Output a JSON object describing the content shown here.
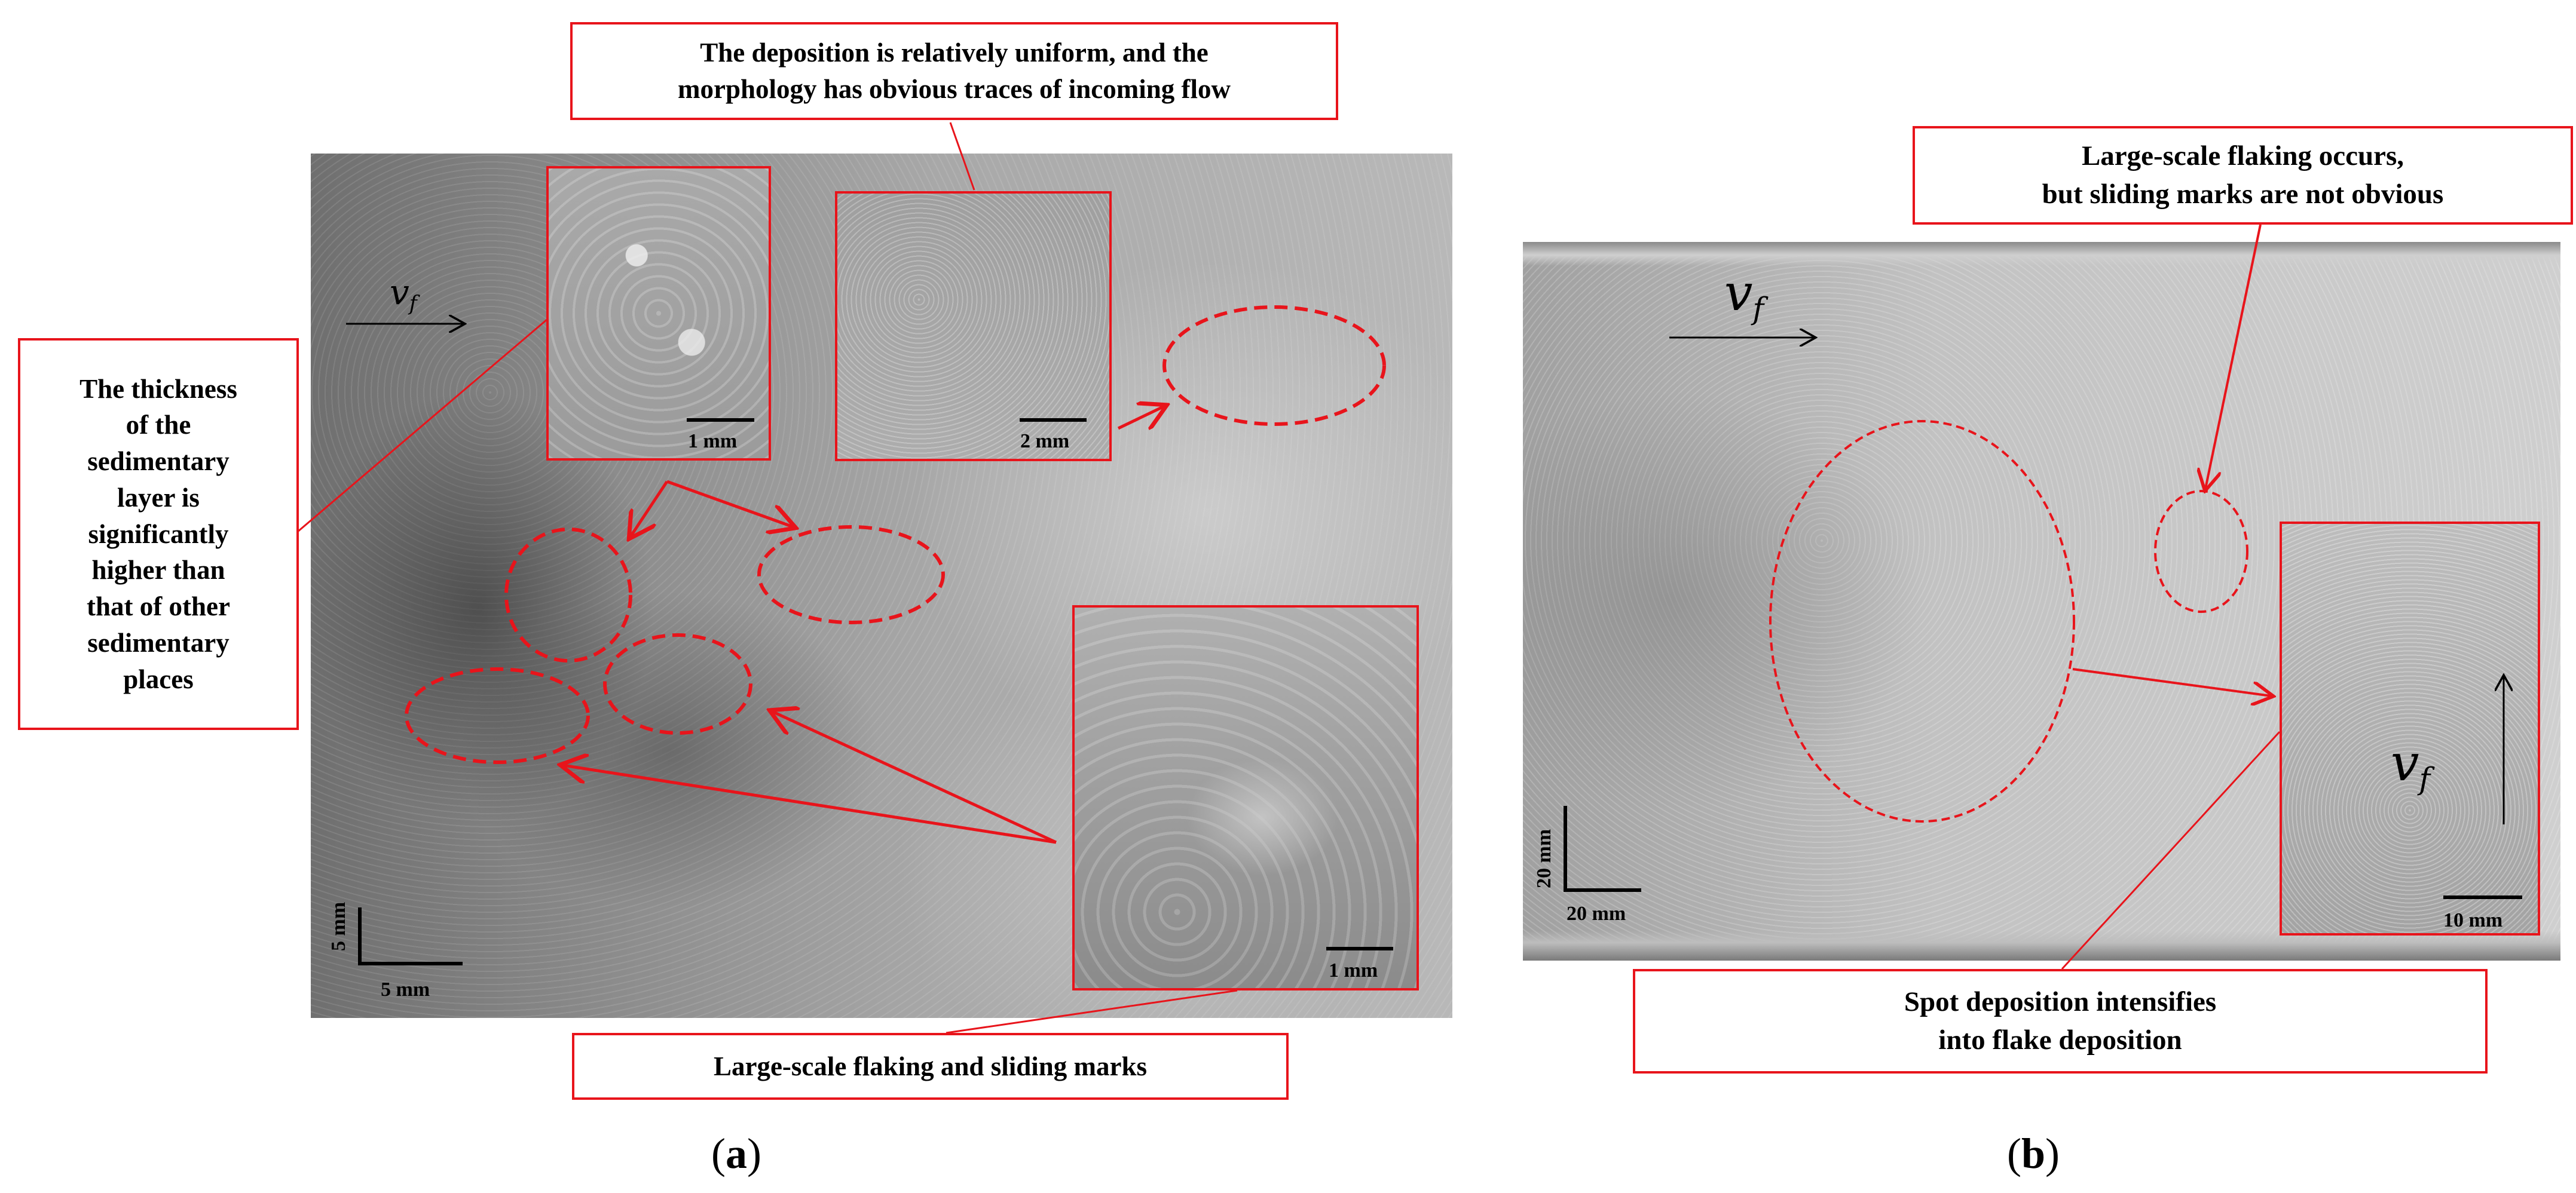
{
  "panel_a": {
    "label": "a",
    "flow_symbol": "v",
    "flow_subscript": "f",
    "callouts": {
      "top": "The deposition is relatively uniform, and the\nmorphology has obvious traces of incoming flow",
      "left": "The thickness\nof the\nsedimentary\nlayer is\nsignificantly\nhigher than\nthat of other\nsedimentary\nplaces",
      "bottom": "Large-scale flaking and sliding marks"
    },
    "scales": {
      "inset1": "1 mm",
      "inset2": "2 mm",
      "inset3": "1 mm",
      "main_vertical": "5 mm",
      "main_horizontal": "5 mm"
    }
  },
  "panel_b": {
    "label": "b",
    "flow_symbol": "v",
    "flow_subscript": "f",
    "callouts": {
      "top": "Large-scale flaking occurs,\nbut sliding marks are not obvious",
      "bottom": "Spot deposition intensifies\ninto flake deposition"
    },
    "scales": {
      "main_vertical": "20 mm",
      "main_horizontal": "20 mm",
      "inset": "10 mm"
    }
  },
  "colors": {
    "annotation_red": "#e8141b",
    "scale_bar": "#000000"
  }
}
